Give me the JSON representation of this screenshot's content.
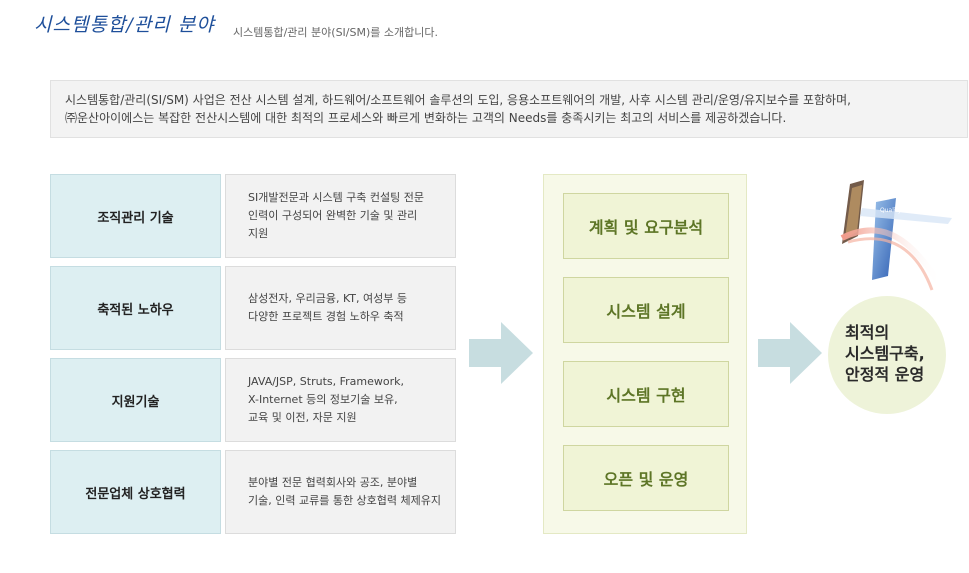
{
  "header": {
    "title": "시스템통합/관리 분야",
    "subtitle": "시스템통합/관리 분야(SI/SM)를 소개합니다."
  },
  "intro": {
    "line1": "시스템통합/관리(SI/SM) 사업은 전산 시스템 설계, 하드웨어/소프트웨어 솔루션의 도입, 응용소프트웨어의 개발, 사후 시스템 관리/운영/유지보수를 포함하며,",
    "line2": "㈜운산아이에스는 복잡한 전산시스템에 대한 최적의 프로세스와 빠르게 변화하는 고객의 Needs를 충족시키는 최고의 서비스를 제공하겠습니다."
  },
  "strengths": [
    {
      "title": "조직관리 기술",
      "desc": [
        "SI개발전문과 시스템 구축 컨설팅 전문",
        "인력이 구성되어 완벽한 기술 및 관리",
        "지원"
      ]
    },
    {
      "title": "축적된 노하우",
      "desc": [
        "삼성전자, 우리금융, KT, 여성부 등",
        "다양한 프로젝트 경험 노하우 축적"
      ]
    },
    {
      "title": "지원기술",
      "desc": [
        "JAVA/JSP, Struts, Framework,",
        "X-Internet 등의 정보기술 보유,",
        "교육 및 이전, 자문 지원"
      ]
    },
    {
      "title": "전문업체 상호협력",
      "desc": [
        "분야별 전문 협력회사와 공조, 분야별",
        "기술, 인력 교류를 통한 상호협력 체제유지"
      ]
    }
  ],
  "process": {
    "steps": [
      "계획 및 요구분석",
      "시스템 설계",
      "시스템 구현",
      "오픈 및 운영"
    ]
  },
  "result": {
    "lines": [
      "최적의",
      "시스템구축,",
      "안정적 운영"
    ],
    "logo_caption": "Quality Tec"
  },
  "colors": {
    "title_blue": "#1e4f9a",
    "row_title_bg": "#ddeff2",
    "process_panel_bg": "#f7f9e8",
    "step_text": "#5d7526",
    "arrow": "#c7dde0",
    "result_circle": "#eef3d9"
  }
}
